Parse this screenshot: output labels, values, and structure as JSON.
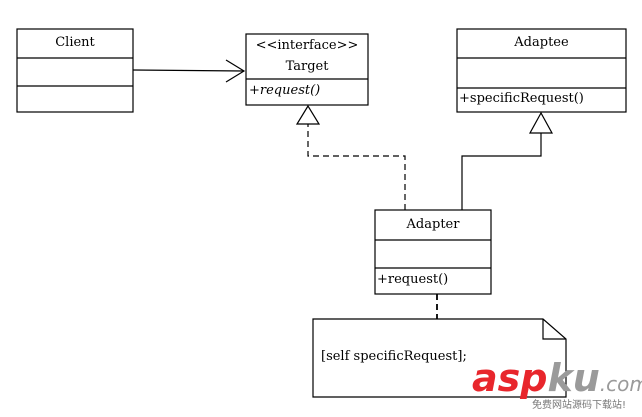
{
  "classes": {
    "client": {
      "name": "Client"
    },
    "target": {
      "stereotype": "<<interface>>",
      "name": "Target",
      "method": "+request()"
    },
    "adaptee": {
      "name": "Adaptee",
      "method": "+specificRequest()"
    },
    "adapter": {
      "name": "Adapter",
      "method": "+request()"
    }
  },
  "note": {
    "text": "[self specificRequest];"
  },
  "watermark": {
    "logo_red": "asp",
    "logo_gray": "ku",
    "logo_dot": ".com",
    "subtitle": "免费网站源码下载站!"
  }
}
